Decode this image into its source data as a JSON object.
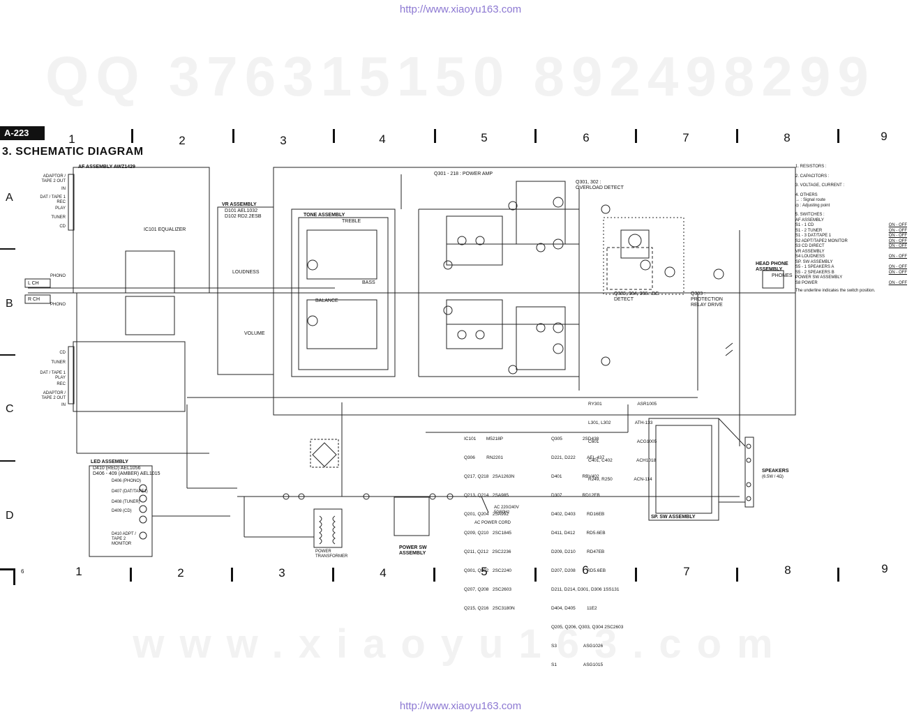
{
  "watermark": {
    "url_top": "http://www.xiaoyu163.com",
    "qq_text": "QQ 376315150 892498299",
    "site_text": "www.xiaoyu163.com",
    "url_bottom": "http://www.xiaoyu163.com"
  },
  "header": {
    "page_tag": "A-223",
    "section_title": "3. SCHEMATIC DIAGRAM"
  },
  "grid": {
    "columns_top": [
      "1",
      "2",
      "3",
      "4",
      "5",
      "6",
      "7",
      "8",
      "9"
    ],
    "columns_bottom": [
      "1",
      "2",
      "3",
      "4",
      "5",
      "6",
      "7",
      "8",
      "9"
    ],
    "rows": [
      "A",
      "B",
      "C",
      "D"
    ],
    "corner_label": "6"
  },
  "assemblies": {
    "af": "AF ASSEMBLY AWZ1429",
    "vr": "VR ASSEMBLY",
    "vr_sub": [
      "D101 AEL1032",
      "D102 RD2.2ESB"
    ],
    "tone": "TONE ASSEMBLY",
    "power_amp": "Q301 - 218 : POWER AMP",
    "led": "LED ASSEMBLY",
    "led_sub": [
      "D410 (RED) AEL1056",
      "D406 - 409 (AMBER) AEL1015"
    ],
    "sp_sw": "SP. SW ASSEMBLY",
    "power_sw": "POWER SW ASSEMBLY",
    "power_transformer": "POWER TRANSFORMER"
  },
  "circuit_labels": {
    "equalizer": "IC101 EQUALIZER",
    "loudness": "LOUDNESS",
    "volume": "VOLUME",
    "balance": "BALANCE",
    "treble": "TREBLE",
    "bass": "BASS",
    "overload_detect": "Q301, 302 : OVERLOAD DETECT",
    "dc_detect": "Q305, 304, 306 : DC DETECT",
    "protection_relay": "Q303 : PROTECTION RELAY DRIVE",
    "headphone_assembly": "HEAD PHONE ASSEMBLY",
    "phones": "PHONES",
    "speakers": "SPEAKERS",
    "speakers_rating": "(6.5W / 4Ω)",
    "lch": "L CH",
    "rch": "R CH",
    "ac_power_cord": "AC POWER CORD",
    "ac_rating": "AC 220/240V 50/60Hz"
  },
  "inputs": {
    "top": [
      "ADAPTOR / TAPE 2 OUT",
      "IN",
      "DAT / TAPE 1 REC",
      "PLAY",
      "TUNER",
      "CD",
      "PHONO"
    ],
    "bottom": [
      "PHONO",
      "CD",
      "TUNER",
      "DAT / TAPE 1 PLAY",
      "REC",
      "ADAPTOR / TAPE 2 OUT",
      "IN"
    ]
  },
  "led_labels": [
    "D406 (PHONO)",
    "D407 (DAT/TAPE1)",
    "D408 (TUNER)",
    "D409 (CD)",
    "D410 ADPT / TAPE 2 MONITOR"
  ],
  "parts_list_left": [
    [
      "IC101",
      "M5218P"
    ],
    [
      "Q306",
      "RN2201"
    ],
    [
      "Q217, Q218",
      "2SA1263N"
    ],
    [
      "Q213, Q214",
      "2SA985"
    ],
    [
      "Q201, Q204",
      "2SA992"
    ],
    [
      "Q209, Q210",
      "2SC1845"
    ],
    [
      "Q211, Q212",
      "2SC2236"
    ],
    [
      "Q301, Q302",
      "2SC2240"
    ],
    [
      "Q207, Q208",
      "2SC2603"
    ],
    [
      "Q215, Q216",
      "2SC3180N"
    ]
  ],
  "parts_list_mid": [
    [
      "Q305",
      "2SD438"
    ],
    [
      "D221, D222",
      "AEL-437"
    ],
    [
      "D401",
      "RBV402"
    ],
    [
      "D307",
      "RD12EB"
    ],
    [
      "D402, D403",
      "RD16EB"
    ],
    [
      "D411, D412",
      "RD5.6EB"
    ],
    [
      "D209, D210",
      "RD47EB"
    ],
    [
      "D207, D208",
      "RD5.6EB"
    ],
    [
      "D211, D214, D301, D306",
      "1SS131"
    ],
    [
      "D404, D405",
      "11E2"
    ],
    [
      "Q205, Q206, Q303, Q304",
      "2SC2603"
    ],
    [
      "S3",
      "ASG1026"
    ],
    [
      "S1",
      "ASG1015"
    ]
  ],
  "parts_list_right": [
    [
      "RY301",
      "ASR1005"
    ],
    [
      "L301, L302",
      "ATH-133"
    ],
    [
      "C601",
      "ACG1005"
    ],
    [
      "C401, C402",
      "ACH1018"
    ],
    [
      "R249, R250",
      "ACN-114"
    ]
  ],
  "notes": {
    "resistors_title": "1. RESISTORS :",
    "capacitors_title": "2. CAPACITORS :",
    "voltage_title": "3. VOLTAGE, CURRENT :",
    "others_title": "4. OTHERS",
    "others_lines": [
      "→ : Signal route",
      "◎ : Adjusting point"
    ],
    "switches_title": "5. SWITCHES :",
    "switch_rows": [
      [
        "AF ASSEMBLY",
        ""
      ],
      [
        "S1 - 1  CD",
        "ON - OFF"
      ],
      [
        "S1 - 2  TUNER",
        "ON - OFF"
      ],
      [
        "S1 - 3  DAT/TAPE 1",
        "ON - OFF"
      ],
      [
        "S2  ADPT/TAPE2 MONITOR",
        "ON - OFF"
      ],
      [
        "S3  CD DIRECT",
        "ON - OFF"
      ],
      [
        "VR ASSEMBLY",
        ""
      ],
      [
        "S4  LOUDNESS",
        "ON - OFF"
      ],
      [
        "SP. SW ASSEMBLY",
        ""
      ],
      [
        "S5 - 1  SPEAKERS  A",
        "ON - OFF"
      ],
      [
        "S5 - 2  SPEAKERS  B",
        "ON - OFF"
      ],
      [
        "POWER SW ASSEMBLY",
        ""
      ],
      [
        "S8  POWER",
        "ON - OFF"
      ]
    ],
    "underline_note": "The underline indicates the switch position."
  }
}
